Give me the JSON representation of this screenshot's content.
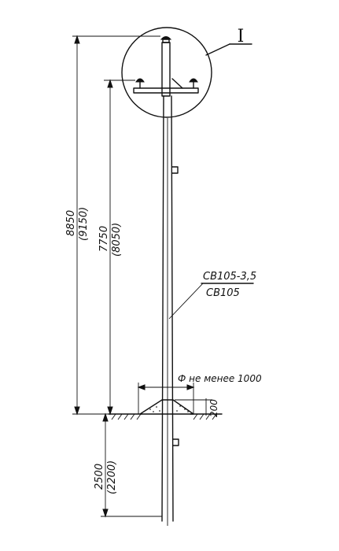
{
  "labels": {
    "detail_mark": "I",
    "pole_type_top": "СВ105-3,5",
    "pole_type_bottom": "СВ105",
    "pit_diameter": "Ф не менее 1000",
    "mound_height": "200"
  },
  "dimensions": {
    "overall_height": "8850",
    "overall_height_alt": "(9150)",
    "crossarm_height": "7750",
    "crossarm_height_alt": "(8050)",
    "burial_depth": "2500",
    "burial_depth_alt": "(2200)"
  }
}
